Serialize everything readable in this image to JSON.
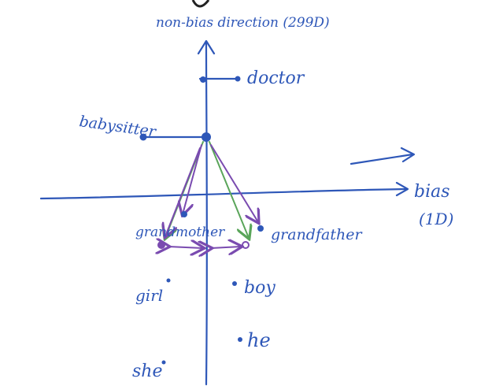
{
  "colors": {
    "ink": "#2e57b8",
    "green_arrow": "#5aa55a",
    "purple_arrow": "#7a4bb0"
  },
  "axes": {
    "vertical_label": "non-bias direction (299D)",
    "horizontal_label": "bias",
    "horizontal_dim": "(1D)"
  },
  "words": {
    "doctor": "doctor",
    "babysitter": "babysitter",
    "grandmother": "grandmother",
    "grandfather": "grandfather",
    "girl": "girl",
    "boy": "boy",
    "he": "he",
    "she": "she"
  }
}
